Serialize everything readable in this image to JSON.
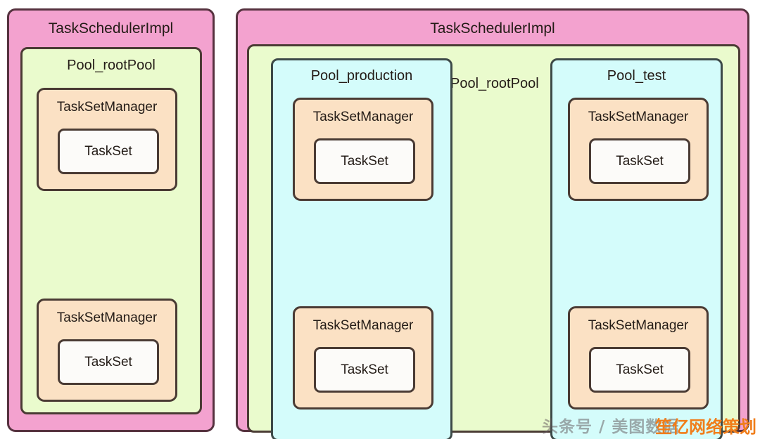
{
  "diagram": {
    "title_left": "TaskSchedulerImpl",
    "title_right": "TaskSchedulerImpl",
    "colors": {
      "scheduler_fill": "#f3a2cf",
      "rootpool_fill": "#eafbcd",
      "subpool_fill": "#d4fcfb",
      "tasksetmanager_fill": "#fbe1c4",
      "taskset_fill": "#fcfbf9",
      "border": "#4a3b34",
      "text": "#241c17",
      "watermark_orange": "#f07d1a"
    }
  },
  "left_panel": {
    "scheduler_label": "TaskSchedulerImpl",
    "root_pool_label": "Pool_rootPool",
    "managers": [
      {
        "label": "TaskSetManager",
        "taskset_label": "TaskSet"
      },
      {
        "label": "TaskSetManager",
        "taskset_label": "TaskSet"
      }
    ]
  },
  "right_panel": {
    "scheduler_label": "TaskSchedulerImpl",
    "root_pool_label": "Pool_rootPool",
    "pools": [
      {
        "label": "Pool_production",
        "managers": [
          {
            "label": "TaskSetManager",
            "taskset_label": "TaskSet"
          },
          {
            "label": "TaskSetManager",
            "taskset_label": "TaskSet"
          }
        ]
      },
      {
        "label": "Pool_test",
        "managers": [
          {
            "label": "TaskSetManager",
            "taskset_label": "TaskSet"
          },
          {
            "label": "TaskSetManager",
            "taskset_label": "TaskSet"
          }
        ]
      }
    ]
  },
  "watermark": {
    "gray_text": "头条号 / 美图数据",
    "orange_text": "笙亿网络策划"
  }
}
